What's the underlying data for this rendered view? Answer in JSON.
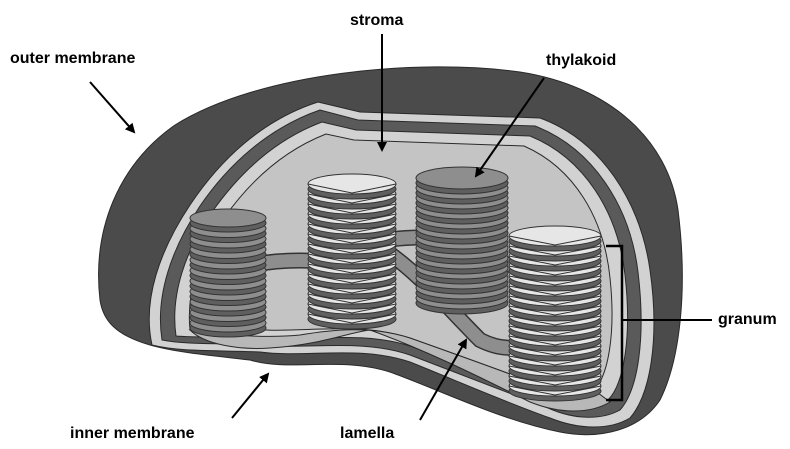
{
  "labels": {
    "outer_membrane": "outer membrane",
    "stroma": "stroma",
    "thylakoid": "thylakoid",
    "granum": "granum",
    "inner_membrane": "inner membrane",
    "lamella": "lamella"
  },
  "colors": {
    "outer_membrane": "#4b4b4b",
    "inner_membrane": "#5a5a5a",
    "intermembrane": "#d2d2d2",
    "stroma": "#c4c4c4",
    "disc_fill": "#8e8e8e",
    "disc_light": "#e6e6e6",
    "disc_stroke": "#333333"
  }
}
